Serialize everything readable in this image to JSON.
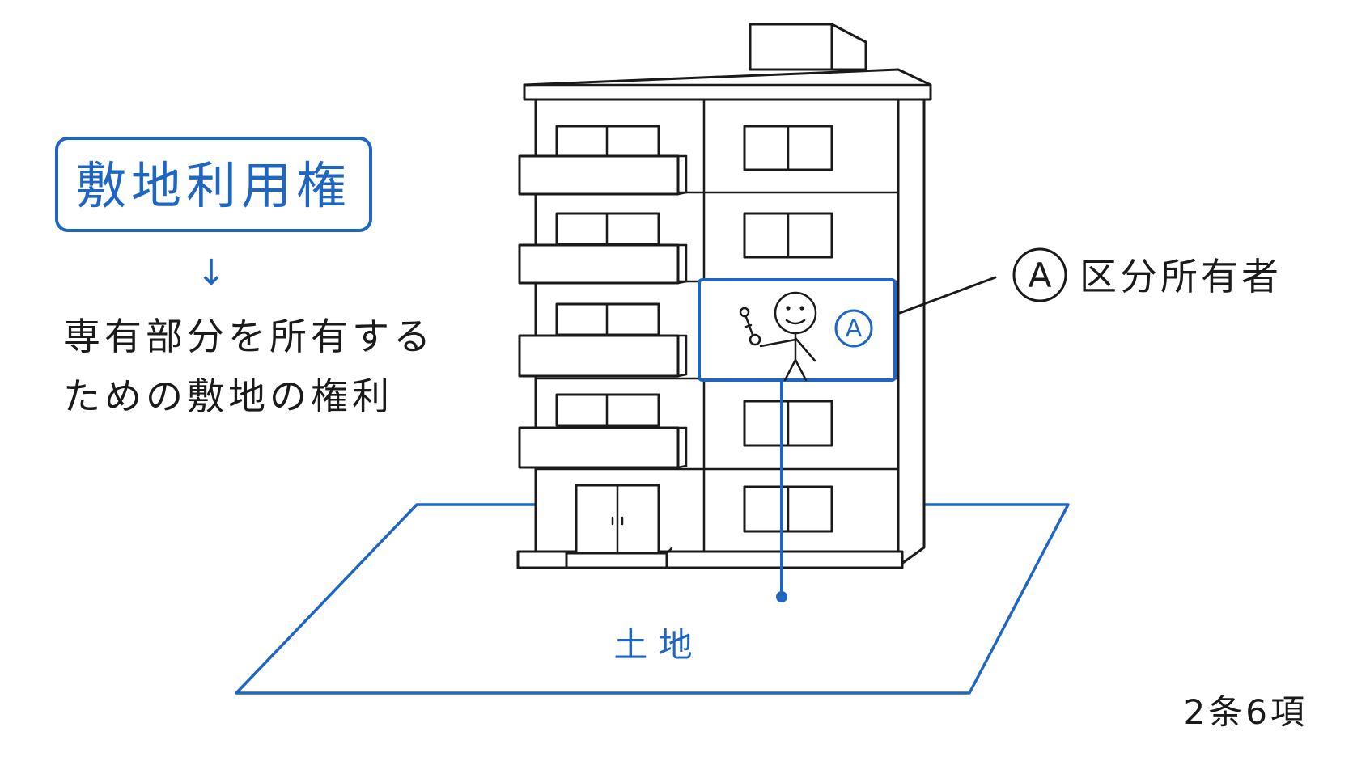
{
  "concept": {
    "title": "敷地利用権",
    "arrow": "↓",
    "description_line1": "専有部分を所有する",
    "description_line2": "ための敷地の権利"
  },
  "labels": {
    "owner_circle_letter": "A",
    "owner_label": "区分所有者",
    "unit_marker": "A",
    "land": "土 地",
    "article": "2条6項"
  },
  "colors": {
    "accent_blue": "#1f66c2",
    "ink": "#1a1a1a",
    "background": "#ffffff"
  }
}
